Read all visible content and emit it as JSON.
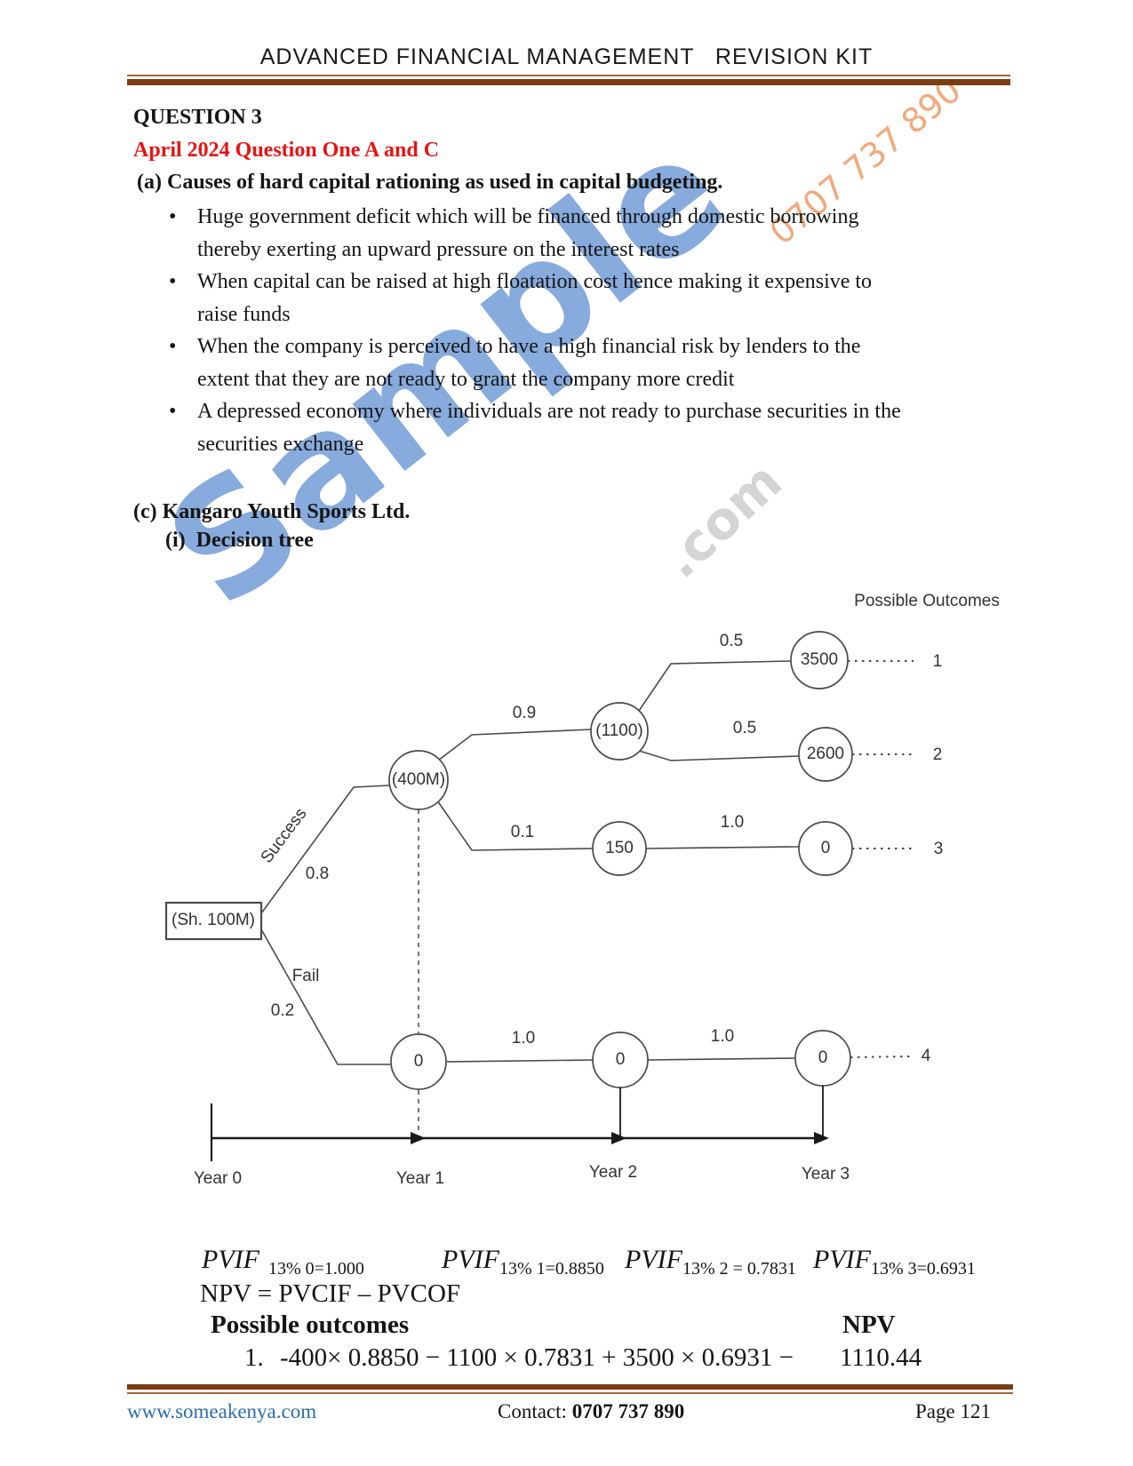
{
  "header": {
    "title": "ADVANCED FINANCIAL MANAGEMENT   REVISION KIT"
  },
  "question": {
    "number": "QUESTION 3",
    "source": "April 2024 Question One A and C",
    "part_a_heading": "(a) Causes of hard capital rationing as used in capital budgeting.",
    "bullet_glyph": "•",
    "bullets": [
      {
        "line1": "Huge government deficit which will be financed through domestic borrowing",
        "line2": "thereby exerting an upward pressure on the interest rates"
      },
      {
        "line1": "When capital can be raised at high floatation cost hence making it expensive to",
        "line2": "raise funds"
      },
      {
        "line1": "When the company is perceived to have a high financial risk by lenders to the",
        "line2": "extent that they are not ready to grant the company more credit"
      },
      {
        "line1": "A depressed economy where individuals are not ready to purchase securities in the",
        "line2": "securities exchange"
      }
    ],
    "part_c_heading": "(c) Kangaro Youth Sports Ltd.",
    "part_c_item": "(i)  Decision tree"
  },
  "diagram": {
    "outcomes_header": "Possible Outcomes",
    "root": "(Sh. 100M)",
    "branch_success": "Success",
    "prob_success": "0.8",
    "branch_fail": "Fail",
    "prob_fail": "0.2",
    "node_400m": "(400M)",
    "prob_09": "0.9",
    "node_1100": "(1100)",
    "prob_01": "0.1",
    "node_150": "150",
    "prob_05_top": "0.5",
    "node_3500": "3500",
    "outcome_1": "1",
    "prob_05_mid": "0.5",
    "node_2600": "2600",
    "outcome_2": "2",
    "prob_10_row3": "1.0",
    "node_zero_row3": "0",
    "outcome_3": "3",
    "node_zero_y1": "0",
    "prob_10_y2": "1.0",
    "node_zero_y2": "0",
    "prob_10_y3": "1.0",
    "node_zero_y3": "0",
    "outcome_4": "4",
    "years": [
      "Year 0",
      "Year 1",
      "Year 2",
      "Year 3"
    ]
  },
  "formulas": {
    "pvif": [
      {
        "base": "PVIF",
        "sub": "13% 0=1.000"
      },
      {
        "base": "PVIF",
        "sub": "13% 1=0.8850"
      },
      {
        "base": "PVIF",
        "sub": "13% 2 = 0.7831"
      },
      {
        "base": "PVIF",
        "sub": "13% 3=0.6931"
      }
    ],
    "npv_identity": "NPV = PVCIF – PVCOF",
    "outcomes_heading": "Possible outcomes",
    "npv_heading": "NPV",
    "item_no": "1.",
    "item_expr": "-400× 0.8850 − 1100 × 0.7831 + 3500 × 0.6931 −",
    "item_npv": "1110.44"
  },
  "watermarks": {
    "sample": "Sample",
    "phone": "0707 737 890",
    "partial_domain": ".com"
  },
  "footer": {
    "website": "www.someakenya.com",
    "contact_label": "Contact:",
    "contact_number": "0707 737 890",
    "page_number": "Page 121"
  },
  "colors": {
    "rule_dark": "#7b3d12",
    "rule_light": "#a4653a",
    "heading_red": "#e81313",
    "link_blue": "#2a6dad",
    "watermark_blue": "#87abdc",
    "watermark_orange": "#f2a97c",
    "watermark_gray": "#d4d4d4"
  }
}
